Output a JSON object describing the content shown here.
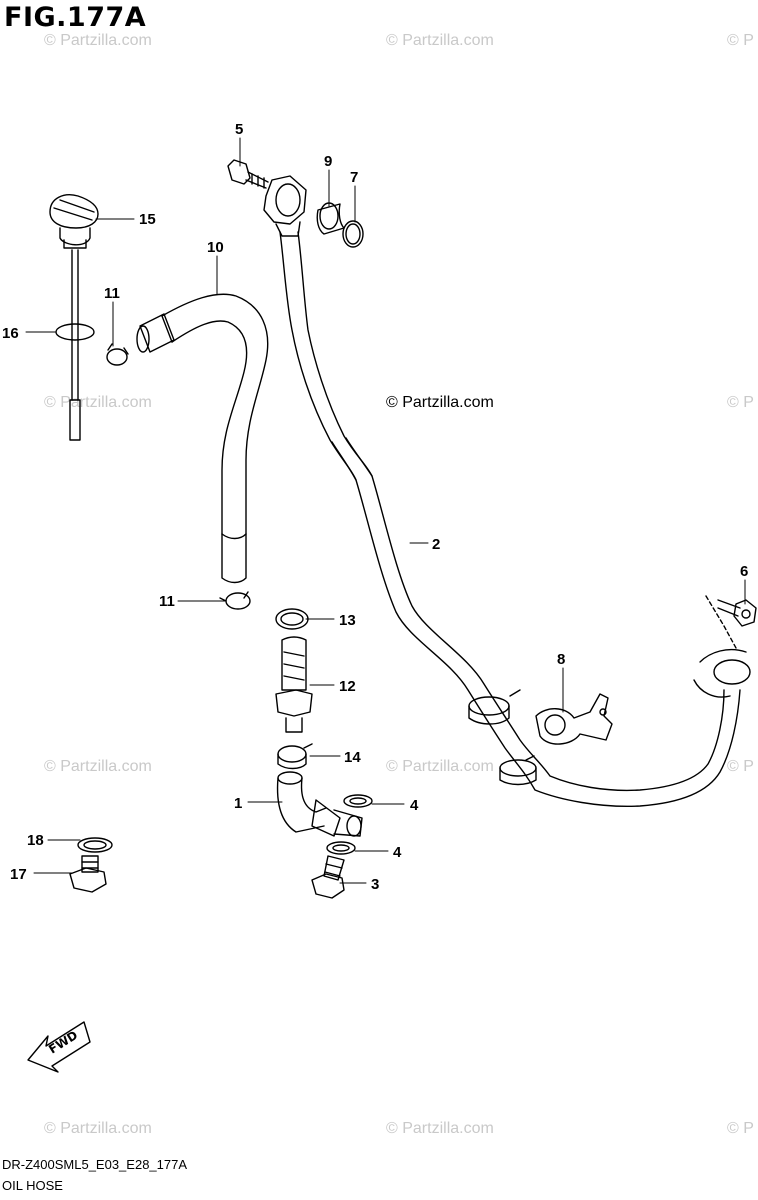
{
  "figure": {
    "title": "FIG.177A",
    "code": "DR-Z400SML5_E03_E28_177A",
    "name": "OIL HOSE"
  },
  "watermark": {
    "text": "© Partzilla.com",
    "text_clipped": "© P"
  },
  "direction_arrow": {
    "label": "FWD"
  },
  "callouts": [
    "1",
    "2",
    "3",
    "4",
    "4",
    "5",
    "6",
    "7",
    "8",
    "9",
    "10",
    "11",
    "11",
    "12",
    "13",
    "14",
    "15",
    "16",
    "17",
    "18"
  ]
}
